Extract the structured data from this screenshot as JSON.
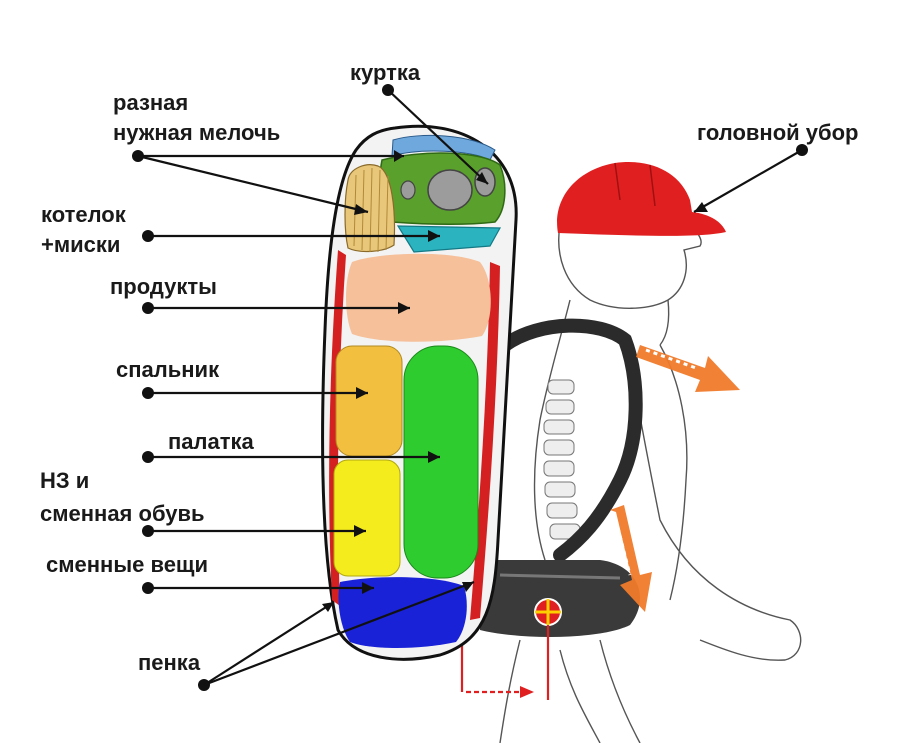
{
  "labels": {
    "jacket": "куртка",
    "small_items_1": "разная",
    "small_items_2": "нужная мелочь",
    "headwear": "головной убор",
    "pot_1": "котелок",
    "pot_2": "+миски",
    "food": "продукты",
    "sleeping_bag": "спальник",
    "tent": "палатка",
    "reserve_1": "НЗ и",
    "reserve_2": "сменная обувь",
    "clothes": "сменные вещи",
    "mat": "пенка"
  },
  "colors": {
    "jacket": "#5aa02c",
    "small_items": "#6fa8dc",
    "pot": "#e8c77a",
    "bowls": "#2bb3c0",
    "food": "#f5c09a",
    "sleeping_bag": "#f3bf3f",
    "tent": "#2ecc2e",
    "reserve": "#f4ec1c",
    "clothes": "#1a22d8",
    "mat": "#d42020",
    "cap": "#e02020",
    "arrow": "#f07a2a"
  }
}
